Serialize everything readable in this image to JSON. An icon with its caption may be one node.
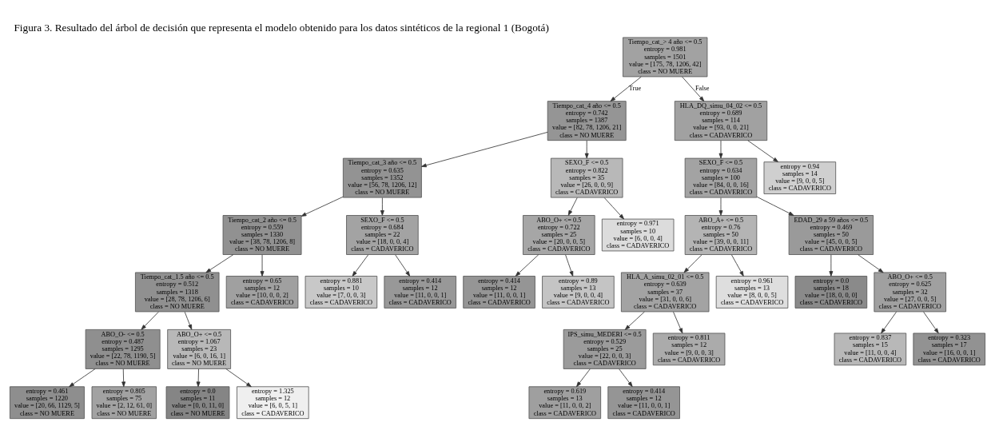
{
  "diagram": {
    "title": "Figura 3. Resultado del árbol de decisión que representa el modelo obtenido para los datos sintéticos de la regional 1 (Bogotá)",
    "nodes": [
      {
        "text": [
          "Tiempo_cat_> 4 año <= 0.5",
          "entropy = 0.981",
          "samples = 1501",
          "value = [175, 78, 1206, 42]",
          "class = NO MUERE"
        ]
      },
      {
        "text": [
          "Tiempo_cat_4 año <= 0.5",
          "entropy = 0.742",
          "samples = 1387",
          "value = [82, 78, 1206, 21]",
          "class = NO MUERE"
        ]
      },
      {
        "text": [
          "Tiempo_cat_3 año <= 0.5",
          "entropy = 0.635",
          "samples = 1352",
          "value = [56, 78, 1206, 12]",
          "class = NO MUERE"
        ]
      },
      {
        "text": [
          "Tiempo_cat_2 año <= 0.5",
          "entropy = 0.559",
          "samples = 1330",
          "value = [38, 78, 1206, 8]",
          "class = NO MUERE"
        ]
      },
      {
        "text": [
          "Tiempo_cat_1.5 año <= 0.5",
          "entropy = 0.512",
          "samples = 1318",
          "value = [28, 78, 1206, 6]",
          "class = NO MUERE"
        ]
      },
      {
        "text": [
          "ABO_O- <= 0.5",
          "entropy = 0.487",
          "samples = 1295",
          "value = [22, 78, 1190, 5]",
          "class = NO MUERE"
        ]
      },
      {
        "text": [
          "entropy = 0.461",
          "samples = 1220",
          "value = [20, 66, 1129, 5]",
          "class = NO MUERE"
        ]
      },
      {
        "text": [
          "entropy = 0.805",
          "samples = 75",
          "value = [2, 12, 61, 0]",
          "class = NO MUERE"
        ]
      },
      {
        "text": [
          "ABO_O+ <= 0.5",
          "entropy = 1.067",
          "samples = 23",
          "value = [6, 0, 16, 1]",
          "class = NO MUERE"
        ]
      },
      {
        "text": [
          "entropy = 0.0",
          "samples = 11",
          "value = [0, 0, 11, 0]",
          "class = NO MUERE"
        ]
      },
      {
        "text": [
          "entropy = 1.325",
          "samples = 12",
          "value = [6, 0, 5, 1]",
          "class = CADAVERICO"
        ]
      },
      {
        "text": [
          "entropy = 0.65",
          "samples = 12",
          "value = [10, 0, 0, 2]",
          "class = CADAVERICO"
        ]
      },
      {
        "text": [
          "SEXO_F <= 0.5",
          "entropy = 0.684",
          "samples = 22",
          "value = [18, 0, 0, 4]",
          "class = CADAVERICO"
        ]
      },
      {
        "text": [
          "entropy = 0.881",
          "samples = 10",
          "value = [7, 0, 0, 3]",
          "class = CADAVERICO"
        ]
      },
      {
        "text": [
          "entropy = 0.414",
          "samples = 12",
          "value = [11, 0, 0, 1]",
          "class = CADAVERICO"
        ]
      },
      {
        "text": [
          "SEXO_F <= 0.5",
          "entropy = 0.822",
          "samples = 35",
          "value = [26, 0, 0, 9]",
          "class = CADAVERICO"
        ]
      },
      {
        "text": [
          "ABO_O+ <= 0.5",
          "entropy = 0.722",
          "samples = 25",
          "value = [20, 0, 0, 5]",
          "class = CADAVERICO"
        ]
      },
      {
        "text": [
          "entropy = 0.414",
          "samples = 12",
          "value = [11, 0, 0, 1]",
          "class = CADAVERICO"
        ]
      },
      {
        "text": [
          "entropy = 0.89",
          "samples = 13",
          "value = [9, 0, 0, 4]",
          "class = CADAVERICO"
        ]
      },
      {
        "text": [
          "entropy = 0.971",
          "samples = 10",
          "value = [6, 0, 0, 4]",
          "class = CADAVERICO"
        ]
      },
      {
        "text": [
          "HLA_DQ_simu_04_02 <= 0.5",
          "entropy = 0.689",
          "samples = 114",
          "value = [93, 0, 0, 21]",
          "class = CADAVERICO"
        ]
      },
      {
        "text": [
          "SEXO_F <= 0.5",
          "entropy = 0.634",
          "samples = 100",
          "value = [84, 0, 0, 16]",
          "class = CADAVERICO"
        ]
      },
      {
        "text": [
          "ABO_A+ <= 0.5",
          "entropy = 0.76",
          "samples = 50",
          "value = [39, 0, 0, 11]",
          "class = CADAVERICO"
        ]
      },
      {
        "text": [
          "HLA_A_simu_02_01 <= 0.5",
          "entropy = 0.639",
          "samples = 37",
          "value = [31, 0, 0, 6]",
          "class = CADAVERICO"
        ]
      },
      {
        "text": [
          "IPS_simu_MEDERI <= 0.5",
          "entropy = 0.529",
          "samples = 25",
          "value = [22, 0, 0, 3]",
          "class = CADAVERICO"
        ]
      },
      {
        "text": [
          "entropy = 0.619",
          "samples = 13",
          "value = [11, 0, 0, 2]",
          "class = CADAVERICO"
        ]
      },
      {
        "text": [
          "entropy = 0.414",
          "samples = 12",
          "value = [11, 0, 0, 1]",
          "class = CADAVERICO"
        ]
      },
      {
        "text": [
          "entropy = 0.811",
          "samples = 12",
          "value = [9, 0, 0, 3]",
          "class = CADAVERICO"
        ]
      },
      {
        "text": [
          "entropy = 0.961",
          "samples = 13",
          "value = [8, 0, 0, 5]",
          "class = CADAVERICO"
        ]
      },
      {
        "text": [
          "EDAD_29 a 59 años <= 0.5",
          "entropy = 0.469",
          "samples = 50",
          "value = [45, 0, 0, 5]",
          "class = CADAVERICO"
        ]
      },
      {
        "text": [
          "entropy = 0.0",
          "samples = 18",
          "value = [18, 0, 0, 0]",
          "class = CADAVERICO"
        ]
      },
      {
        "text": [
          "ABO_O+ <= 0.5",
          "entropy = 0.625",
          "samples = 32",
          "value = [27, 0, 0, 5]",
          "class = CADAVERICO"
        ]
      },
      {
        "text": [
          "entropy = 0.837",
          "samples = 15",
          "value = [11, 0, 0, 4]",
          "class = CADAVERICO"
        ]
      },
      {
        "text": [
          "entropy = 0.323",
          "samples = 17",
          "value = [16, 0, 0, 1]",
          "class = CADAVERICO"
        ]
      },
      {
        "text": [
          "entropy = 0.94",
          "samples = 14",
          "value = [9, 0, 0, 5]",
          "class = CADAVERICO"
        ]
      }
    ],
    "edges": [
      {
        "from": 0,
        "to": 1,
        "arrow": "to",
        "label": "True"
      },
      {
        "from": 1,
        "to": 2,
        "arrow": "to"
      },
      {
        "from": 2,
        "to": 3,
        "arrow": "to"
      },
      {
        "from": 3,
        "to": 4,
        "arrow": "to"
      },
      {
        "from": 4,
        "to": 5,
        "arrow": "to"
      },
      {
        "from": 5,
        "to": 6,
        "arrow": "to"
      },
      {
        "from": 5,
        "to": 7,
        "arrow": "to"
      },
      {
        "from": 4,
        "to": 8,
        "arrow": "to"
      },
      {
        "from": 8,
        "to": 9,
        "arrow": "to"
      },
      {
        "from": 8,
        "to": 10,
        "arrow": "to"
      },
      {
        "from": 3,
        "to": 11,
        "arrow": "to"
      },
      {
        "from": 2,
        "to": 12,
        "arrow": "to"
      },
      {
        "from": 12,
        "to": 13,
        "arrow": "to"
      },
      {
        "from": 12,
        "to": 14,
        "arrow": "to"
      },
      {
        "from": 1,
        "to": 15,
        "arrow": "to"
      },
      {
        "from": 15,
        "to": 16,
        "arrow": "to"
      },
      {
        "from": 16,
        "to": 17,
        "arrow": "to"
      },
      {
        "from": 16,
        "to": 18,
        "arrow": "to"
      },
      {
        "from": 15,
        "to": 19,
        "arrow": "to"
      },
      {
        "from": 0,
        "to": 20,
        "arrow": "to",
        "label": "False"
      },
      {
        "from": 20,
        "to": 21,
        "arrow": "to"
      },
      {
        "from": 21,
        "to": 22,
        "arrow": "to"
      },
      {
        "from": 22,
        "to": 23,
        "arrow": "to"
      },
      {
        "from": 23,
        "to": 24,
        "arrow": "to"
      },
      {
        "from": 24,
        "to": 25,
        "arrow": "to"
      },
      {
        "from": 24,
        "to": 26,
        "arrow": "to"
      },
      {
        "from": 23,
        "to": 27,
        "arrow": "to"
      },
      {
        "from": 22,
        "to": 28,
        "arrow": "to"
      },
      {
        "from": 21,
        "to": 29,
        "arrow": "to"
      },
      {
        "from": 29,
        "to": 30,
        "arrow": "to"
      },
      {
        "from": 29,
        "to": 31,
        "arrow": "to"
      },
      {
        "from": 31,
        "to": 32,
        "arrow": "to"
      },
      {
        "from": 31,
        "to": 33,
        "arrow": "to"
      },
      {
        "from": 20,
        "to": 34,
        "arrow": "to"
      }
    ]
  }
}
